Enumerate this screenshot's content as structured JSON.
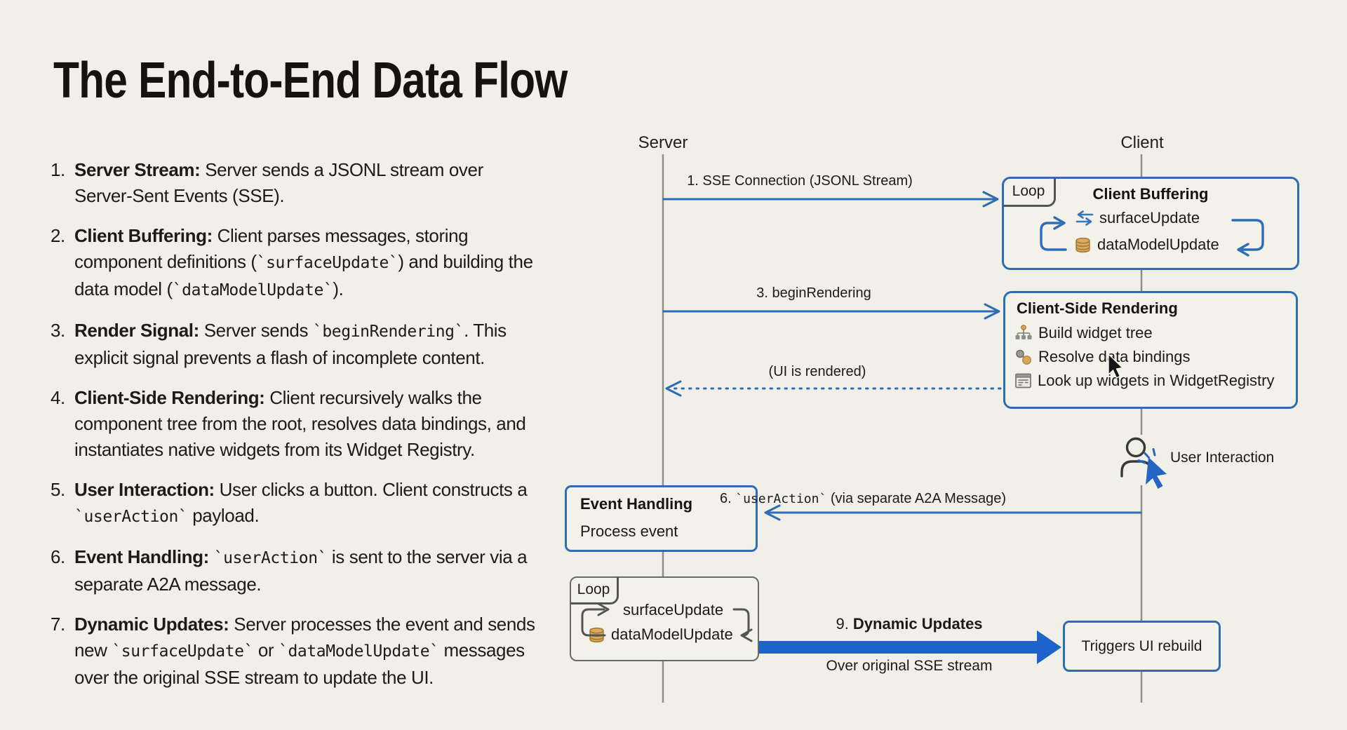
{
  "page": {
    "title": "The End-to-End Data Flow"
  },
  "colors": {
    "background": "#f0efe8",
    "accent_blue": "#2e6cb5",
    "bright_arrow_blue": "#1e63cc",
    "database_tan": "#dcab61",
    "lifeline_gray": "#8f8f89",
    "loop_gray": "#55554f"
  },
  "steps": [
    {
      "num": "1.",
      "segments": [
        {
          "b": 1,
          "t": "Server Stream:"
        },
        {
          "t": " Server sends a JSONL stream over Server-Sent Events (SSE)."
        }
      ]
    },
    {
      "num": "2.",
      "segments": [
        {
          "b": 1,
          "t": "Client Buffering:"
        },
        {
          "t": " Client parses messages, storing component definitions ("
        },
        {
          "c": 1,
          "t": "`surfaceUpdate`"
        },
        {
          "t": ") and building the data model ("
        },
        {
          "c": 1,
          "t": "`dataModelUpdate`"
        },
        {
          "t": ")."
        }
      ]
    },
    {
      "num": "3.",
      "segments": [
        {
          "b": 1,
          "t": "Render Signal:"
        },
        {
          "t": " Server sends "
        },
        {
          "c": 1,
          "t": "`beginRendering`"
        },
        {
          "t": ". This explicit signal prevents a flash of incomplete content."
        }
      ]
    },
    {
      "num": "4.",
      "segments": [
        {
          "b": 1,
          "t": "Client-Side Rendering:"
        },
        {
          "t": " Client recursively walks the component tree from the root, resolves data bindings, and instantiates native widgets from its Widget Registry."
        }
      ]
    },
    {
      "num": "5.",
      "segments": [
        {
          "b": 1,
          "t": "User Interaction:"
        },
        {
          "t": " User clicks a button. Client constructs a "
        },
        {
          "c": 1,
          "t": "`userAction`"
        },
        {
          "t": " payload."
        }
      ]
    },
    {
      "num": "6.",
      "segments": [
        {
          "b": 1,
          "t": "Event Handling:"
        },
        {
          "t": " "
        },
        {
          "c": 1,
          "t": "`userAction`"
        },
        {
          "t": " is sent to the server via a separate A2A message."
        }
      ]
    },
    {
      "num": "7.",
      "segments": [
        {
          "b": 1,
          "t": "Dynamic Updates:"
        },
        {
          "t": " Server processes the event and sends new "
        },
        {
          "c": 1,
          "t": "`surfaceUpdate`"
        },
        {
          "t": " or "
        },
        {
          "c": 1,
          "t": "`dataModelUpdate`"
        },
        {
          "t": " messages over the original SSE stream to update the UI."
        }
      ]
    }
  ],
  "diagram": {
    "lanes": {
      "server": "Server",
      "client": "Client"
    },
    "messages": {
      "sse": "1. SSE Connection (JSONL Stream)",
      "begin_rendering": "3. beginRendering",
      "ui_rendered": "(UI is rendered)",
      "user_action_segments": [
        {
          "t": "6. "
        },
        {
          "c": 1,
          "t": "`userAction`"
        },
        {
          "t": " (via separate A2A Message)"
        }
      ],
      "dynamic_title_segments": [
        {
          "t": "9. "
        },
        {
          "b": 1,
          "t": "Dynamic Updates"
        }
      ],
      "dynamic_sub": "Over original SSE stream"
    },
    "client_buffering": {
      "loop_label": "Loop",
      "title": "Client Buffering",
      "rows": [
        "surfaceUpdate",
        "dataModelUpdate"
      ]
    },
    "client_side_rendering": {
      "title": "Client-Side Rendering",
      "items": [
        "Build widget tree",
        "Resolve data bindings",
        "Look up widgets in WidgetRegistry"
      ]
    },
    "event_handling": {
      "title": "Event Handling",
      "sub": "Process event"
    },
    "server_loop": {
      "loop_label": "Loop",
      "rows": [
        "surfaceUpdate",
        "dataModelUpdate"
      ]
    },
    "triggers_box": "Triggers UI rebuild",
    "user_interaction": "User Interaction"
  }
}
